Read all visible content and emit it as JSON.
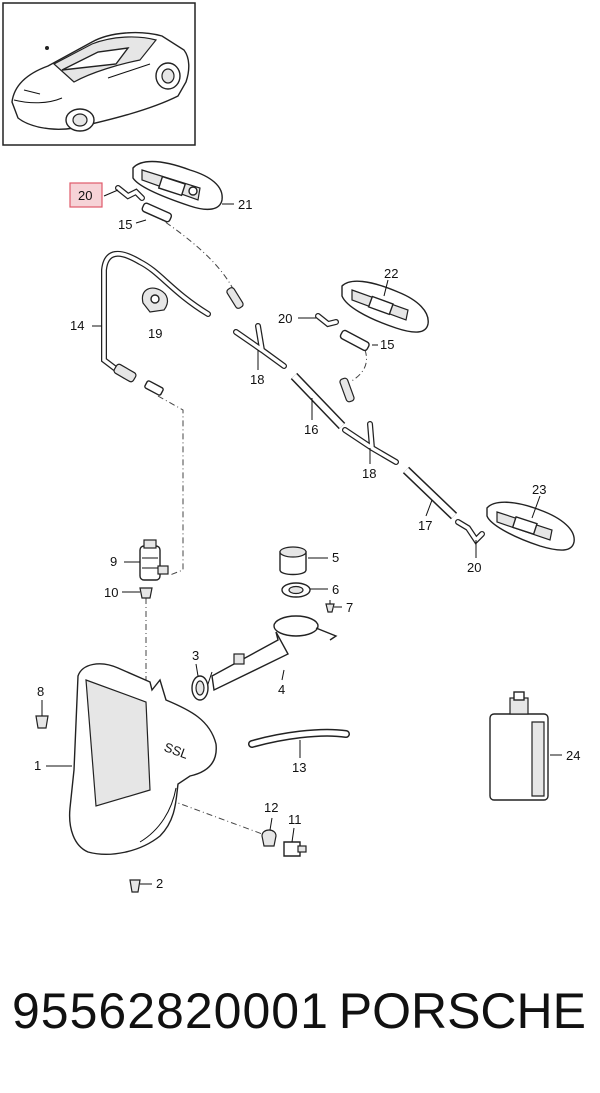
{
  "callouts": [
    {
      "label": "20",
      "highlighted": true
    },
    {
      "label": "21"
    },
    {
      "label": "15"
    },
    {
      "label": "22"
    },
    {
      "label": "20"
    },
    {
      "label": "15"
    },
    {
      "label": "14"
    },
    {
      "label": "19"
    },
    {
      "label": "18"
    },
    {
      "label": "16"
    },
    {
      "label": "18"
    },
    {
      "label": "23"
    },
    {
      "label": "17"
    },
    {
      "label": "20"
    },
    {
      "label": "9"
    },
    {
      "label": "10"
    },
    {
      "label": "5"
    },
    {
      "label": "6"
    },
    {
      "label": "7"
    },
    {
      "label": "3"
    },
    {
      "label": "4"
    },
    {
      "label": "8"
    },
    {
      "label": "1"
    },
    {
      "label": "13"
    },
    {
      "label": "24"
    },
    {
      "label": "12"
    },
    {
      "label": "11"
    },
    {
      "label": "2"
    }
  ],
  "highlight_color": "#e05a6a",
  "highlight_fill": "#f6d3d7",
  "tank_embossing": "SSL",
  "footer": {
    "part_number": "95562820001",
    "brand": "PORSCHE"
  }
}
